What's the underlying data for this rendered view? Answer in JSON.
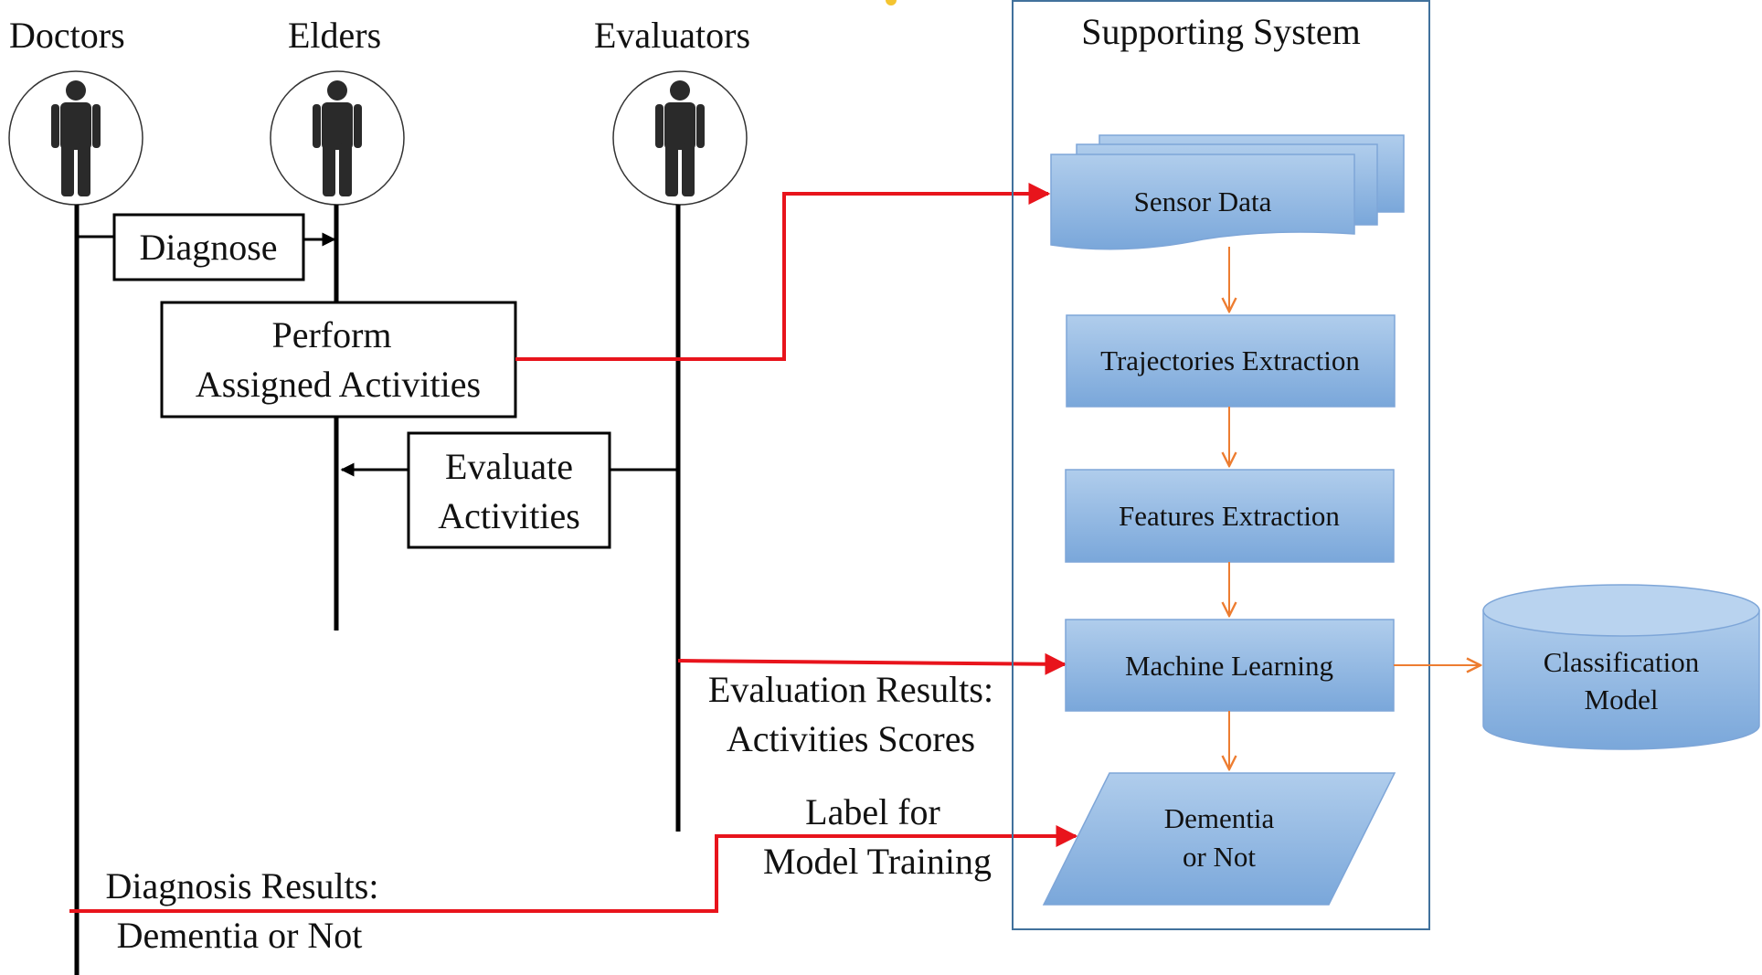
{
  "actors": {
    "doctors": "Doctors",
    "elders": "Elders",
    "evaluators": "Evaluators"
  },
  "system": {
    "title": "Supporting System",
    "sensor_data": "Sensor Data",
    "trajectories": "Trajectories Extraction",
    "features": "Features Extraction",
    "machine_learning": "Machine Learning",
    "classification_line1": "Classification",
    "classification_line2": "Model",
    "dementia_line1": "Dementia",
    "dementia_line2": "or Not"
  },
  "steps": {
    "diagnose": "Diagnose",
    "perform_line1": "Perform",
    "perform_line2": "Assigned Activities",
    "evaluate_line1": "Evaluate",
    "evaluate_line2": "Activities"
  },
  "labels": {
    "eval_results_line1": "Evaluation Results:",
    "eval_results_line2": "Activities Scores",
    "label_for_line1": "Label for",
    "label_for_line2": "Model Training",
    "diag_results_line1": "Diagnosis Results:",
    "diag_results_line2": "Dementia or Not"
  },
  "colors": {
    "flow_red": "#e8141c",
    "internal_arrow": "#ed7d31",
    "box_blue_top": "#a9c8ea",
    "box_blue_bottom": "#7fa9da",
    "box_border": "#7ea6d8",
    "system_border": "#41719c"
  }
}
